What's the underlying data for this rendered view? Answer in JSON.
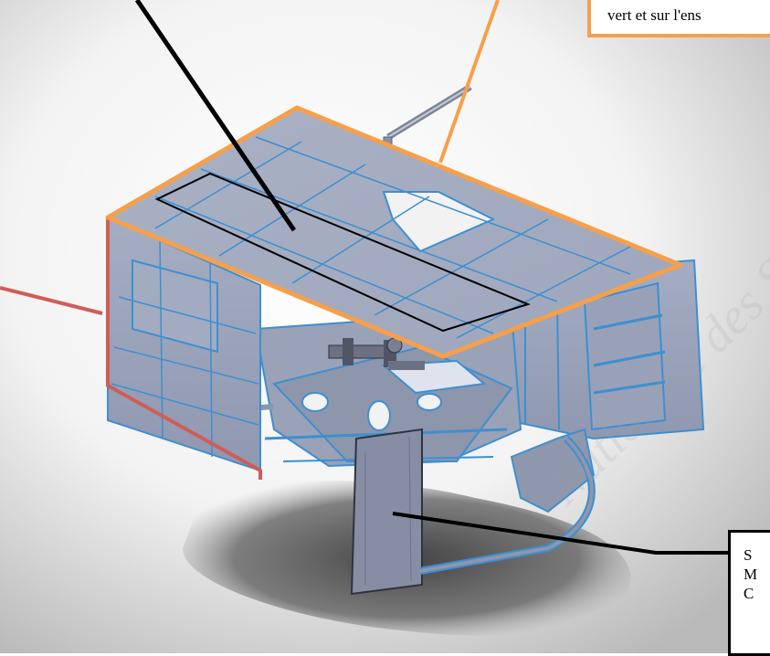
{
  "figure": {
    "background_gradient": [
      "#b9b9b9",
      "#ffffff"
    ],
    "colors": {
      "panel_fill": "#a9b1c6",
      "panel_edge": "#3d8fd0",
      "orange_highlight": "#f79f4a",
      "red_highlight": "#d05c58",
      "black_outline": "#000000",
      "shadow": "#454545"
    }
  },
  "callouts": {
    "top_right": {
      "text": "vert et sur l'ens"
    },
    "bottom_right": {
      "lines": [
        "S",
        "M",
        "C"
      ]
    }
  },
  "watermark": {
    "text": "Nationale des Su"
  }
}
